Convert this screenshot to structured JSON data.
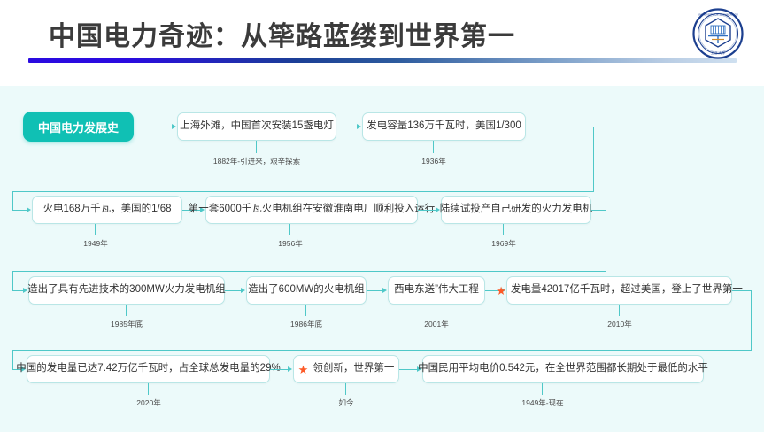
{
  "header": {
    "title": "中国电力奇迹：从筚路蓝缕到世界第一",
    "logo_name": "university-emblem",
    "rule_color_start": "#2a0be0",
    "rule_color_end": "#cfe0f0"
  },
  "theme": {
    "panel_bg": "#ecfafa",
    "accent_teal": "#10c0b4",
    "connector": "#4fc8c8",
    "node_border": "#b9e6e6",
    "star": "#fd5a28",
    "title_color": "#3b3b3b"
  },
  "flow": {
    "root_label": "中国电力发展史",
    "rows": [
      {
        "nodes": [
          {
            "text": "上海外滩，中国首次安装15盏电灯",
            "date": "1882年-引进来，艰辛探索",
            "star": false
          },
          {
            "text": "发电容量136万千瓦时，美国1/300",
            "date": "1936年",
            "star": false
          }
        ]
      },
      {
        "nodes": [
          {
            "text": "火电168万千瓦，美国的1/68",
            "date": "1949年",
            "star": false
          },
          {
            "text": "第一套6000千瓦火电机组在安徽淮南电厂顺利投入运行",
            "date": "1956年",
            "star": false
          },
          {
            "text": "陆续试投产自己研发的火力发电机",
            "date": "1969年",
            "star": false
          }
        ]
      },
      {
        "nodes": [
          {
            "text": "造出了具有先进技术的300MW火力发电机组",
            "date": "1985年底",
            "star": false
          },
          {
            "text": "造出了600MW的火电机组",
            "date": "1986年底",
            "star": false
          },
          {
            "text": "西电东送”伟大工程",
            "date": "2001年",
            "star": false
          },
          {
            "text": "发电量42017亿千瓦时，超过美国，登上了世界第一",
            "date": "2010年",
            "star": true
          }
        ]
      },
      {
        "nodes": [
          {
            "text": "中国的发电量已达7.42万亿千瓦时，占全球总发电量的29%",
            "date": "2020年",
            "star": false
          },
          {
            "text": "领创新，世界第一",
            "date": "如今",
            "star": true
          },
          {
            "text": "中国民用平均电价0.542元，在全世界范围都长期处于最低的水平",
            "date": "1949年-现在",
            "star": false
          }
        ]
      }
    ],
    "star_glyph": "★"
  }
}
